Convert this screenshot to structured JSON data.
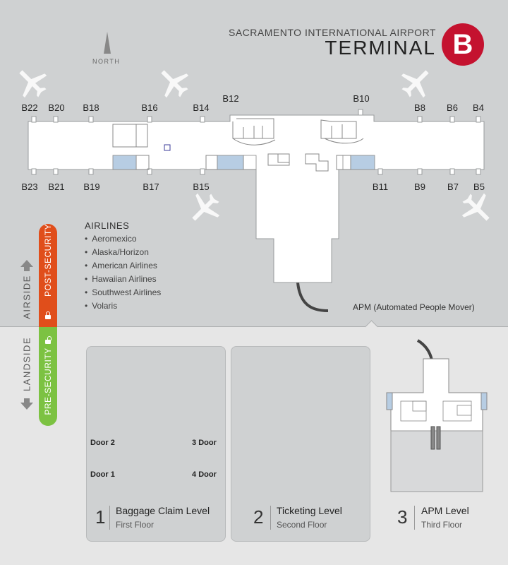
{
  "header": {
    "airport_name": "SACRAMENTO INTERNATIONAL AIRPORT",
    "terminal_title": "TERMINAL",
    "terminal_letter": "B",
    "north_label": "NORTH"
  },
  "gates_top": [
    "B22",
    "B20",
    "B18",
    "B16",
    "B14",
    "B12",
    "B10",
    "B8",
    "B6",
    "B4"
  ],
  "gates_bottom": [
    "B23",
    "B21",
    "B19",
    "B17",
    "B15",
    "B11",
    "B9",
    "B7",
    "B5"
  ],
  "airlines": {
    "title": "AIRLINES",
    "items": [
      "Aeromexico",
      "Alaska/Horizon",
      "American Airlines",
      "Hawaiian Airlines",
      "Southwest Airlines",
      "Volaris"
    ]
  },
  "apm_label": "APM (Automated People Mover)",
  "sides": {
    "airside": "AIRSIDE",
    "landside": "LANDSIDE",
    "post_security": "POST-SECURITY",
    "pre_security": "PRE-SECURITY"
  },
  "levels": [
    {
      "number": "1",
      "name": "Baggage Claim Level",
      "floor": "First Floor"
    },
    {
      "number": "2",
      "name": "Ticketing Level",
      "floor": "Second Floor"
    },
    {
      "number": "3",
      "name": "APM Level",
      "floor": "Third Floor"
    }
  ],
  "doors": {
    "label": "Door",
    "d1": "1",
    "d2": "2",
    "d3": "3",
    "d4": "4"
  },
  "colors": {
    "terminal_red": "#c4122f",
    "post_security": "#e04e1b",
    "pre_security": "#7cc242",
    "holdroom_blue": "#b7cde3"
  }
}
